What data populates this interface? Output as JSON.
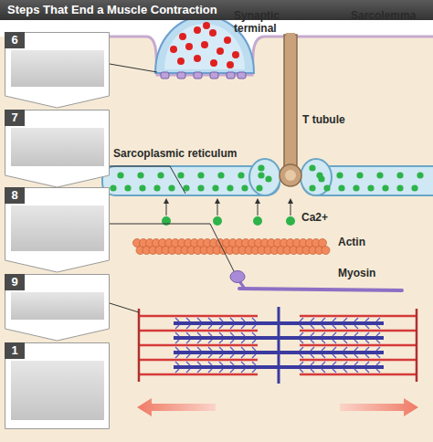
{
  "diagram": {
    "title": "Steps That End a Muscle Contraction",
    "nodes": [
      {
        "text": [
          "6"
        ]
      },
      {
        "text": [
          "7"
        ]
      },
      {
        "text": [
          "8"
        ]
      },
      {
        "text": [
          "9"
        ]
      },
      {
        "text": [
          "1"
        ]
      }
    ],
    "labels": [
      "Synaptic terminal",
      "Sarcolemma",
      "T tubule",
      "Sarcoplasmic reticulum",
      "Ca2+",
      "Actin",
      "Myosin"
    ]
  }
}
